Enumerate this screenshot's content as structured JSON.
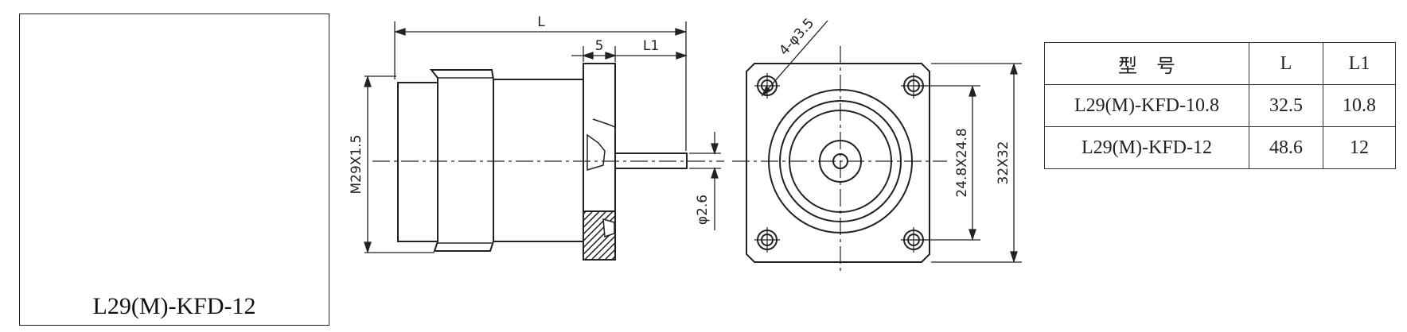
{
  "photo": {
    "caption": "L29(M)-KFD-12"
  },
  "drawing": {
    "dimensions": {
      "length_total": "L",
      "length_pin": "L1",
      "flange_thickness": "5",
      "thread": "M29X1.5",
      "pin_diameter": "φ2.6",
      "mount_holes": "4-φ3.5",
      "hole_spacing": "24.8X24.8",
      "flange_size": "32X32"
    }
  },
  "table": {
    "headers": [
      "型　号",
      "L",
      "L1"
    ],
    "rows": [
      {
        "model": "L29(M)-KFD-10.8",
        "L": "32.5",
        "L1": "10.8"
      },
      {
        "model": "L29(M)-KFD-12",
        "L": "48.6",
        "L1": "12"
      }
    ]
  },
  "colors": {
    "line": "#222222",
    "gasket": "#b83a30",
    "insulator": "#f4f4ee",
    "metal": "#c9ccce"
  }
}
